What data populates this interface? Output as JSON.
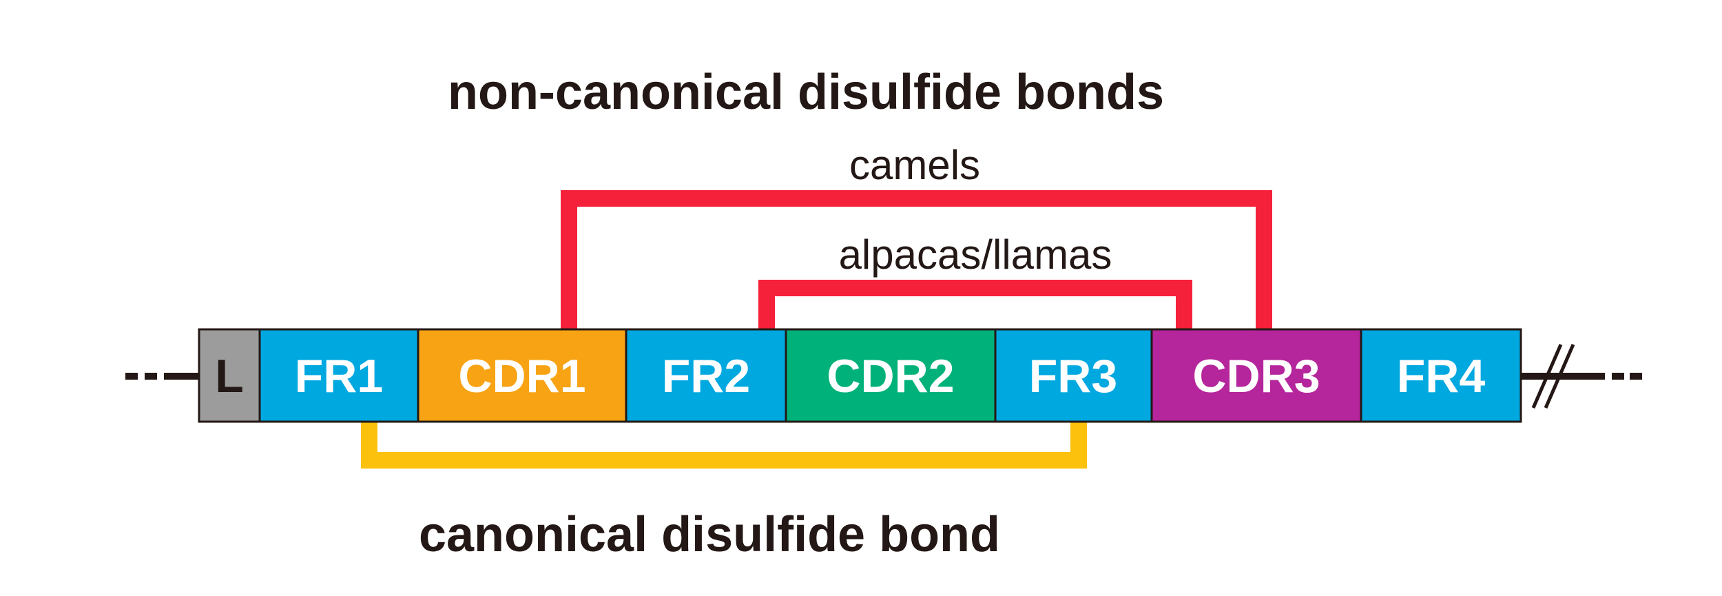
{
  "title_top": "non-canonical disulfide bonds",
  "title_bottom": "canonical disulfide bond",
  "bonds": {
    "camels": {
      "label": "camels",
      "color": "#f5213a"
    },
    "alpacas": {
      "label": "alpacas/llamas",
      "color": "#f5213a"
    },
    "canonical": {
      "color": "#fbc10d"
    }
  },
  "segments": [
    {
      "id": "L",
      "label": "L",
      "color": "#9c9c9c",
      "text_color": "#231815"
    },
    {
      "id": "FR1",
      "label": "FR1",
      "color": "#00a8e0",
      "text_color": "#ffffff"
    },
    {
      "id": "CDR1",
      "label": "CDR1",
      "color": "#f7a313",
      "text_color": "#ffffff"
    },
    {
      "id": "FR2",
      "label": "FR2",
      "color": "#00a8e0",
      "text_color": "#ffffff"
    },
    {
      "id": "CDR2",
      "label": "CDR2",
      "color": "#00b27a",
      "text_color": "#ffffff"
    },
    {
      "id": "FR3",
      "label": "FR3",
      "color": "#00a8e0",
      "text_color": "#ffffff"
    },
    {
      "id": "CDR3",
      "label": "CDR3",
      "color": "#b5259c",
      "text_color": "#ffffff"
    },
    {
      "id": "FR4",
      "label": "FR4",
      "color": "#00a8e0",
      "text_color": "#ffffff"
    }
  ]
}
